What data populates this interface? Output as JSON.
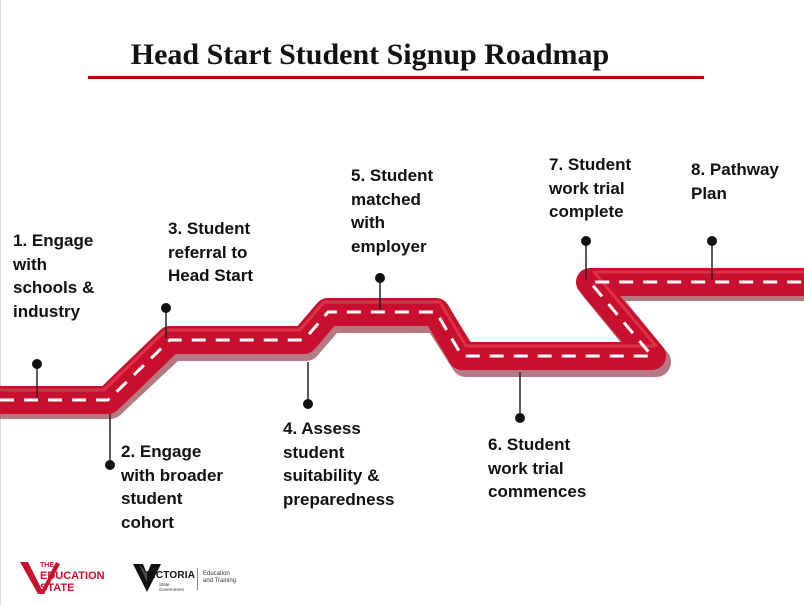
{
  "title": "Head Start Student Signup Roadmap",
  "steps": [
    {
      "lines": [
        "1. Engage",
        "with",
        "schools &",
        "industry"
      ]
    },
    {
      "lines": [
        "2. Engage",
        "with broader",
        "student",
        "cohort"
      ]
    },
    {
      "lines": [
        "3. Student",
        "referral to",
        "Head Start"
      ]
    },
    {
      "lines": [
        "4. Assess",
        "student",
        "suitability &",
        "preparedness"
      ]
    },
    {
      "lines": [
        "5. Student",
        "matched",
        "with",
        "employer"
      ]
    },
    {
      "lines": [
        "6. Student",
        "work trial",
        "commences"
      ]
    },
    {
      "lines": [
        "7. Student",
        "work trial",
        "complete"
      ]
    },
    {
      "lines": [
        "8. Pathway",
        "Plan"
      ]
    }
  ],
  "footer": {
    "education_state": {
      "line1": "THE",
      "line2": "EDUCATION",
      "line3": "STATE"
    },
    "victoria": {
      "name": "VICTORIA",
      "sub1": "State",
      "sub2": "Government",
      "dept1": "Education",
      "dept2": "and Training"
    }
  },
  "colors": {
    "road": "#c8102e",
    "road_dark": "#8e0a1f",
    "accent_rule": "#c00000"
  }
}
